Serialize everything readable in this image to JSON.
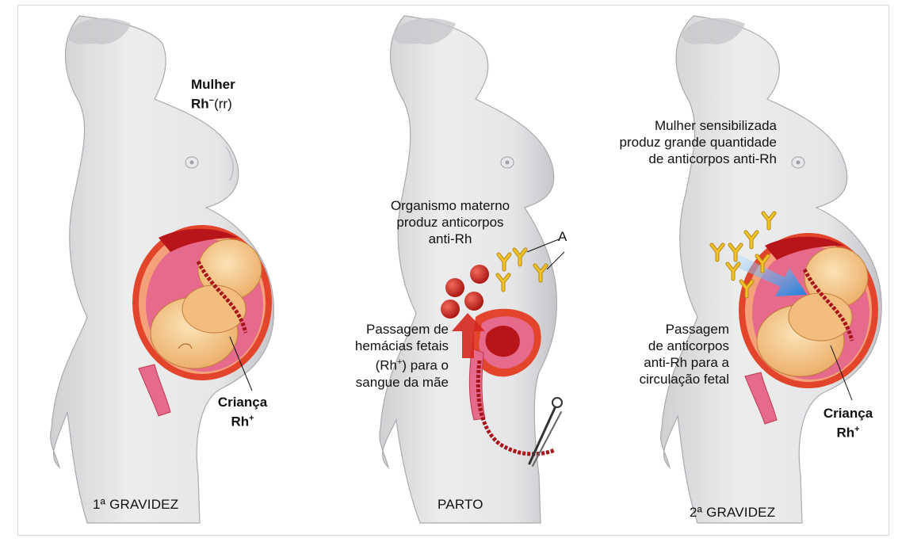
{
  "panels": [
    {
      "title": "1ª GRAVIDEZ",
      "woman_label": {
        "line1": "Mulher",
        "rh": "Rh",
        "sup": "−",
        "genotype": "(rr)"
      },
      "child_label": {
        "line1": "Criança",
        "rh": "Rh",
        "sup": "+"
      }
    },
    {
      "title": "PARTO",
      "antibodies_label": [
        "Organismo materno",
        "produz anticorpos",
        "anti-Rh"
      ],
      "cut_letter": "A",
      "passage_label": {
        "line1": "Passagem de",
        "line2": "hemácias fetais",
        "line3a": "(Rh",
        "line3sup": "+",
        "line3b": ") para o",
        "line4": "sangue da mãe"
      }
    },
    {
      "title": "2ª GRAVIDEZ",
      "sensitized_label": [
        "Mulher sensibilizada",
        "produz grande quantidade",
        "de anticorpos anti-Rh"
      ],
      "passage_label": [
        "Passagem",
        "de anticorpos",
        "anti-Rh para a",
        "circulação fetal"
      ],
      "child_label": {
        "line1": "Criança",
        "rh": "Rh",
        "sup": "+"
      }
    }
  ],
  "colors": {
    "skin": "#e9e9ea",
    "skin_shadow": "#c9cacc",
    "uterus": "#e2452b",
    "fetus": "#f6c98a",
    "placenta": "#b8151b",
    "amniotic": "#e56a8b",
    "antibody": "#e4b11c",
    "rbc": "#d5261f",
    "arrow_blue": "#1b7fdc"
  }
}
